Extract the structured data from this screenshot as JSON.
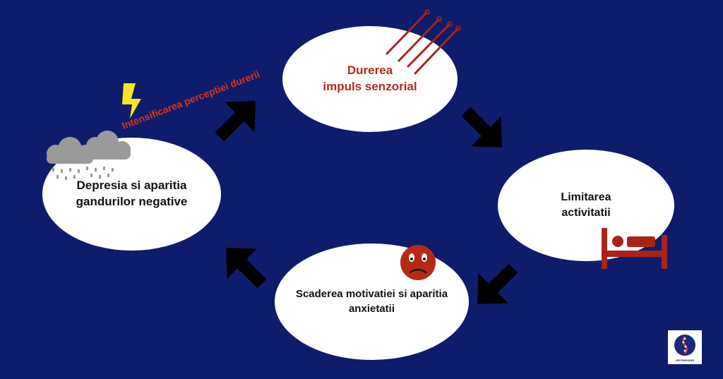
{
  "diagram": {
    "nodes": [
      {
        "id": "top",
        "lines": [
          "Durerea",
          "impuls senzorial"
        ]
      },
      {
        "id": "right",
        "lines": [
          "Limitarea",
          "activitatii"
        ]
      },
      {
        "id": "bottom",
        "lines": [
          "Scaderea motivatiei si aparitia",
          "anxietatii"
        ]
      },
      {
        "id": "left",
        "lines": [
          "Depresia si aparitia",
          "gandurilor negative"
        ]
      }
    ],
    "edge_label": "Intensificarea perceptiei durerii"
  },
  "logo": {
    "text": "VERTEBRONEX"
  },
  "colors": {
    "background": "#0f1c6b",
    "node_fill": "#ffffff",
    "accent_red": "#b52a16",
    "label_red": "#d8321f",
    "arrow": "#000000",
    "lightning": "#f5e52a",
    "cloud": "#9a9a9a"
  },
  "icons": [
    "needles-icon",
    "bed-icon",
    "sad-face-icon",
    "rain-cloud-icon",
    "lightning-icon",
    "spine-logo-icon"
  ]
}
